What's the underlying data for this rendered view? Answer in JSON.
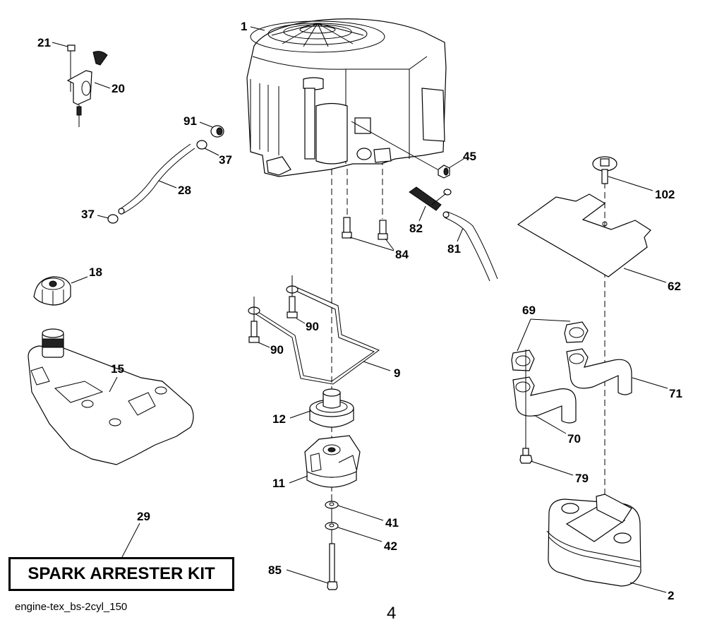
{
  "diagram": {
    "title": "Engine parts exploded view",
    "callouts": {
      "engine": "1",
      "muffler": "2",
      "hose_bracket": "9",
      "clutch": "11",
      "pulley": "12",
      "fuel_tank": "15",
      "fuel_cap": "18",
      "choke_bracket": "20",
      "bolt_21": "21",
      "fuel_hose": "28",
      "spark_arrester_kit": "29",
      "clamp_upper": "37",
      "clamp_lower": "37",
      "washer_41": "41",
      "lock_washer_42": "42",
      "nut_45": "45",
      "heat_shield": "62",
      "gaskets": "69",
      "exhaust_pipe_left": "70",
      "exhaust_pipe_right": "71",
      "bolt_79": "79",
      "drain_hose": "81",
      "drain_valve": "82",
      "bolts_84": "84",
      "bolt_85": "85",
      "bolt_90_upper": "90",
      "bolt_90_lower": "90",
      "fuel_filter": "91",
      "screw_102": "102"
    },
    "kit_label": "SPARK ARRESTER KIT",
    "file_id": "engine-tex_bs-2cyl_150",
    "page_number": "4"
  }
}
